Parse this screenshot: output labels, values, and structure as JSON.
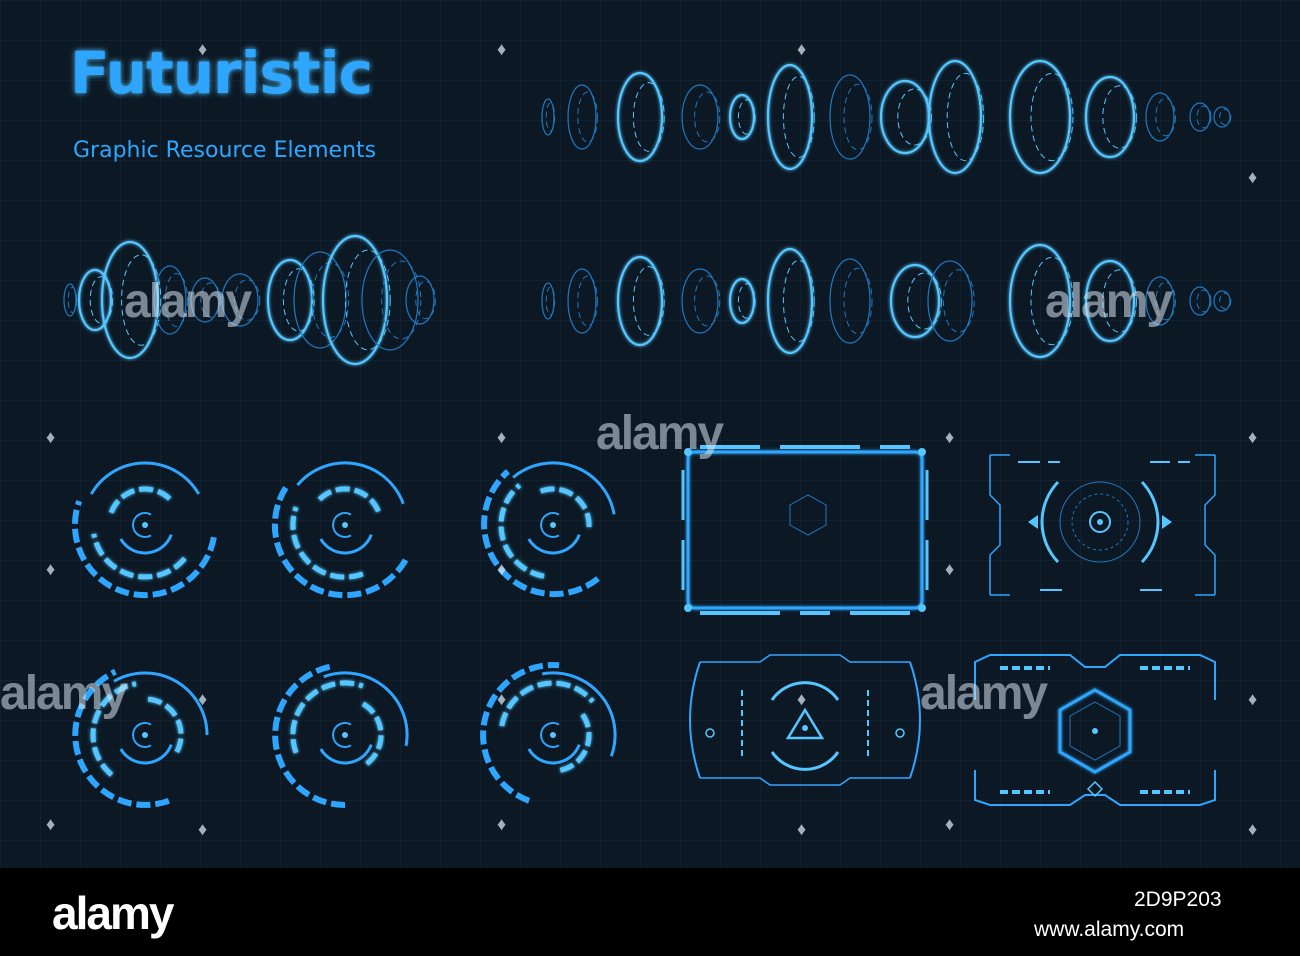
{
  "header": {
    "title": "Futuristic",
    "subtitle": "Graphic Resource Elements"
  },
  "palette": {
    "accent": "#2ea6ff",
    "glow": "#55c6ff",
    "dim": "#1f78c0",
    "background": "#0c1925",
    "footer": "#000000"
  },
  "watermark": {
    "text": "alamy"
  },
  "footer": {
    "logo": "alamy",
    "image_id": "2D9P203",
    "url": "www.alamy.com"
  },
  "elements": [
    {
      "name": "circle-stack-strip-a",
      "icon": "circle-stack-icon"
    },
    {
      "name": "circle-stack-cluster",
      "icon": "circle-stack-icon"
    },
    {
      "name": "circle-stack-strip-b",
      "icon": "circle-stack-icon"
    },
    {
      "name": "hud-circle",
      "icon": "hud-circle-icon"
    },
    {
      "name": "rectangle-frame",
      "icon": "frame-icon"
    },
    {
      "name": "target-frame",
      "icon": "target-frame-icon"
    },
    {
      "name": "triangle-target-frame",
      "icon": "triangle-target-icon"
    },
    {
      "name": "hexagon-frame",
      "icon": "hexagon-frame-icon"
    }
  ]
}
